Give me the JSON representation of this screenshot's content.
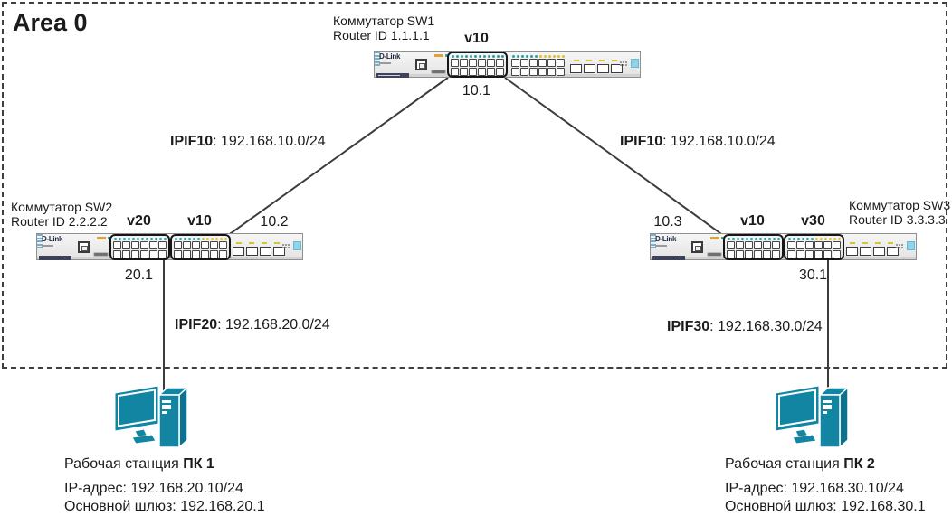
{
  "area": {
    "label": "Area 0"
  },
  "brand": "D-Link",
  "switches": {
    "sw1": {
      "title": "Коммутатор SW1",
      "router_id": "Router ID 1.1.1.1",
      "vlan": "v10",
      "iface_bottom": "10.1"
    },
    "sw2": {
      "title": "Коммутатор SW2",
      "router_id": "Router ID 2.2.2.2",
      "vlan_left": "v20",
      "vlan_right": "v10",
      "iface_top": "10.2",
      "iface_bottom": "20.1"
    },
    "sw3": {
      "title": "Коммутатор SW3",
      "router_id": "Router ID 3.3.3.3",
      "vlan_left": "v10",
      "vlan_right": "v30",
      "iface_top": "10.3",
      "iface_bottom": "30.1"
    }
  },
  "links": {
    "sw1_sw2": {
      "name": "IPIF10",
      "subnet": ": 192.168.10.0/24"
    },
    "sw1_sw3": {
      "name": "IPIF10",
      "subnet": ": 192.168.10.0/24"
    },
    "sw2_pc1": {
      "name": "IPIF20",
      "subnet": ": 192.168.20.0/24"
    },
    "sw3_pc2": {
      "name": "IPIF30",
      "subnet": ": 192.168.30.0/24"
    }
  },
  "pcs": {
    "pc1": {
      "label": "Рабочая станция ",
      "name": "ПК 1",
      "ip": "IP-адрес: 192.168.20.10/24",
      "gateway": "Основной шлюз: 192.168.20.1"
    },
    "pc2": {
      "label": "Рабочая станция ",
      "name": "ПК 2",
      "ip": "IP-адрес: 192.168.30.10/24",
      "gateway": "Основной шлюз: 192.168.30.1"
    }
  },
  "colors": {
    "pc_teal": "#1285a3",
    "pc_teal_dark": "#0d7190",
    "line": "#3c3c3c",
    "led_teal": "#2f9f9f",
    "led_yellow": "#d9c234"
  }
}
